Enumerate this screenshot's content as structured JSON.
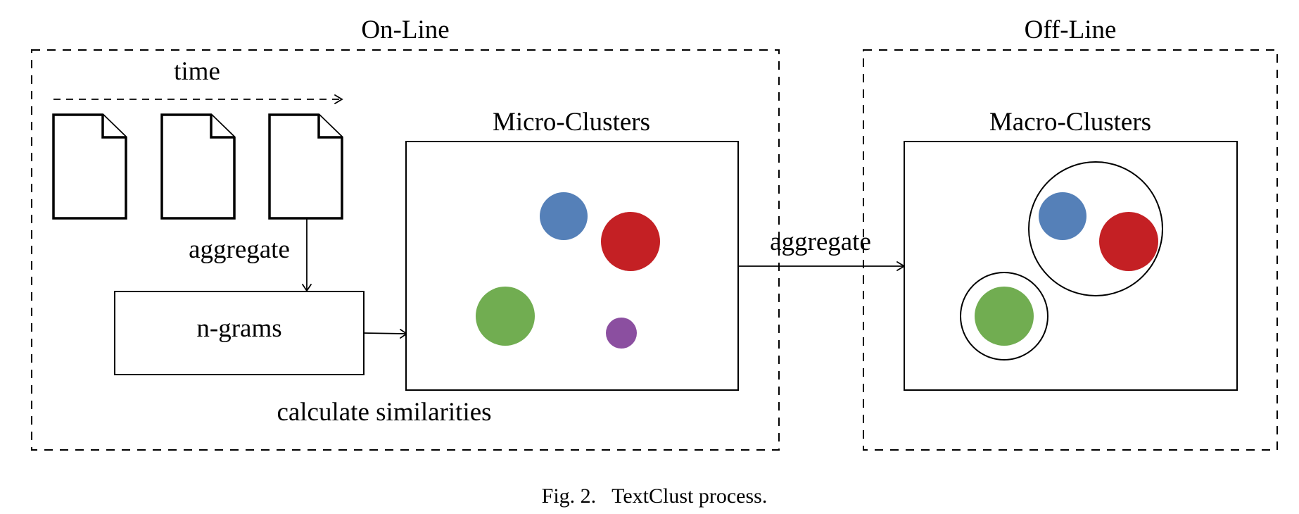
{
  "online_panel": {
    "title": "On-Line",
    "time_label": "time",
    "aggregate_label": "aggregate",
    "ngrams_label": "n-grams",
    "similarities_label": "calculate similarities",
    "micro_clusters_title": "Micro-Clusters",
    "document_icons": [
      "document-icon",
      "document-icon",
      "document-icon"
    ]
  },
  "bridge": {
    "aggregate_label": "aggregate"
  },
  "offline_panel": {
    "title": "Off-Line",
    "macro_clusters_title": "Macro-Clusters"
  },
  "colors": {
    "blue": "#5580B8",
    "red": "#C42024",
    "green": "#71AD51",
    "purple": "#8B4FA0"
  },
  "caption": "Fig. 2.   TextClust process."
}
